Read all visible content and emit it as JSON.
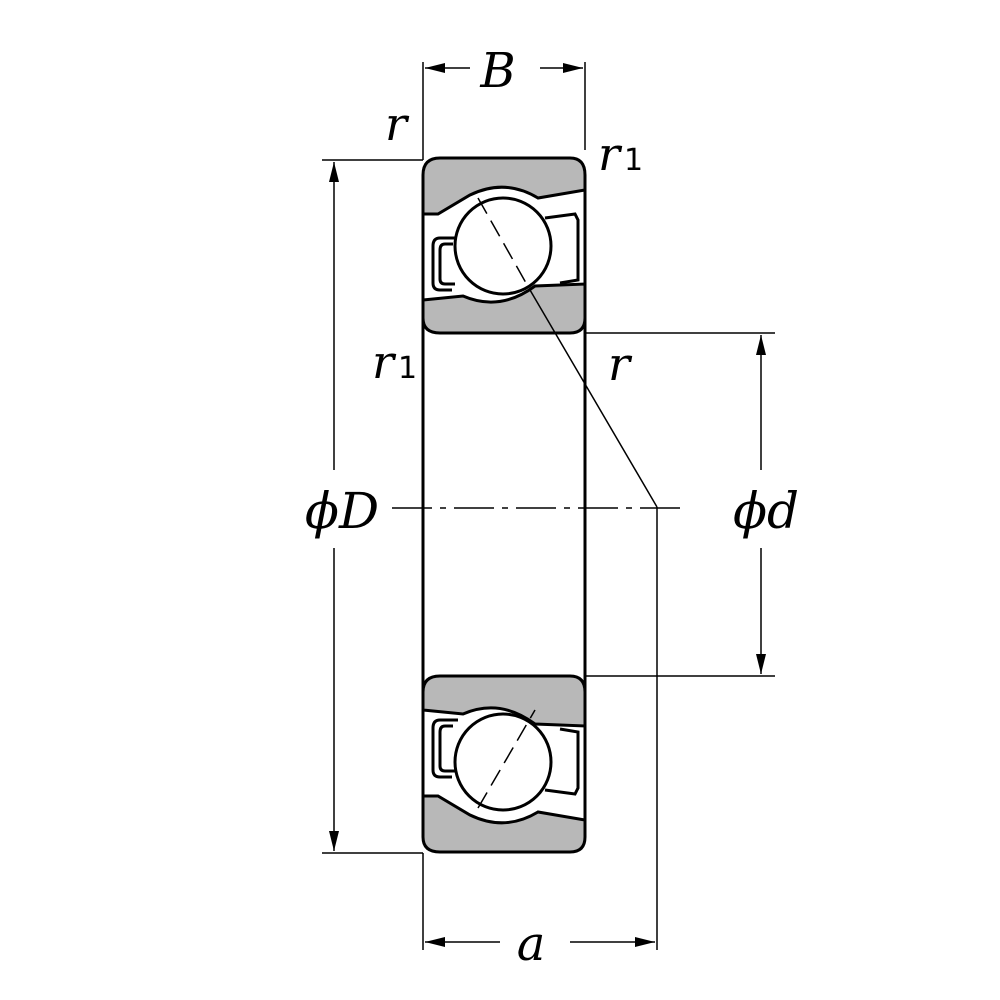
{
  "labels": {
    "width": "B",
    "outer_diameter": "ϕD",
    "bore_diameter": "ϕd",
    "load_center": "a",
    "chamfer_top_left": "r",
    "chamfer_top_right": "r",
    "chamfer_top_right_sub": "1",
    "chamfer_inner_left": "r",
    "chamfer_inner_left_sub": "1",
    "chamfer_inner_right": "r"
  },
  "colors": {
    "line": "#000000",
    "ring_fill": "#b8b8b8",
    "ball_fill": "#ffffff",
    "background": "#ffffff"
  }
}
